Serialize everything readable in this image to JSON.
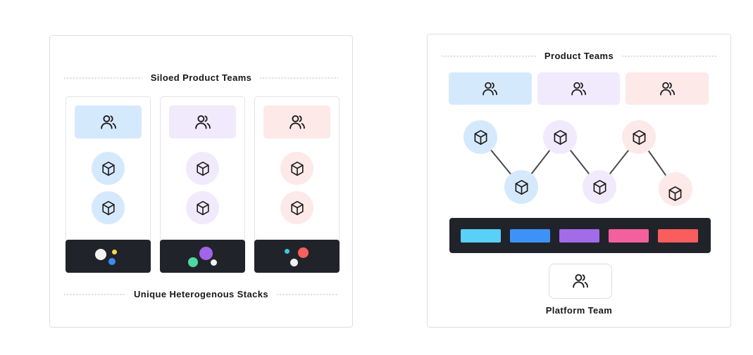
{
  "left_panel": {
    "title": "Siloed Product Teams",
    "caption": "Unique Heterogenous Stacks",
    "stack_bg": "#21232a",
    "teams": [
      {
        "name": "blue-team",
        "color": "#d5e9fc",
        "stack_dots": [
          "#f4f2f2",
          "#f8d84b",
          "#3b8bf7"
        ]
      },
      {
        "name": "purple-team",
        "color": "#f0eafc",
        "stack_dots": [
          "#4ed9a4",
          "#a365e8",
          "#f2f0f0"
        ]
      },
      {
        "name": "pink-team",
        "color": "#fce9e8",
        "stack_dots": [
          "#3ec8dc",
          "#f75f5f",
          "#f2f0f0"
        ]
      }
    ]
  },
  "right_panel": {
    "title": "Product Teams",
    "platform_label": "Platform Team",
    "teams": [
      {
        "name": "blue-team",
        "color": "#d5e9fc"
      },
      {
        "name": "purple-team",
        "color": "#f0eafc"
      },
      {
        "name": "pink-team",
        "color": "#fce9e8"
      }
    ],
    "network_nodes": [
      {
        "id": "blue-top",
        "color": "#d5e9fc"
      },
      {
        "id": "purple-top",
        "color": "#f0eafc"
      },
      {
        "id": "pink-top",
        "color": "#fce9e8"
      },
      {
        "id": "blue-bottom",
        "color": "#d5e9fc"
      },
      {
        "id": "purple-bottom",
        "color": "#f0eafc"
      },
      {
        "id": "pink-bottom",
        "color": "#fce9e8"
      }
    ],
    "platform_bar": {
      "bg": "#21232a",
      "chips": [
        "#59d0f7",
        "#3e92f7",
        "#a26be8",
        "#f3609e",
        "#fa5d5d"
      ]
    }
  },
  "icons": {
    "users-icon": "two-person team outline",
    "cube-icon": "isometric cube (service) outline"
  }
}
